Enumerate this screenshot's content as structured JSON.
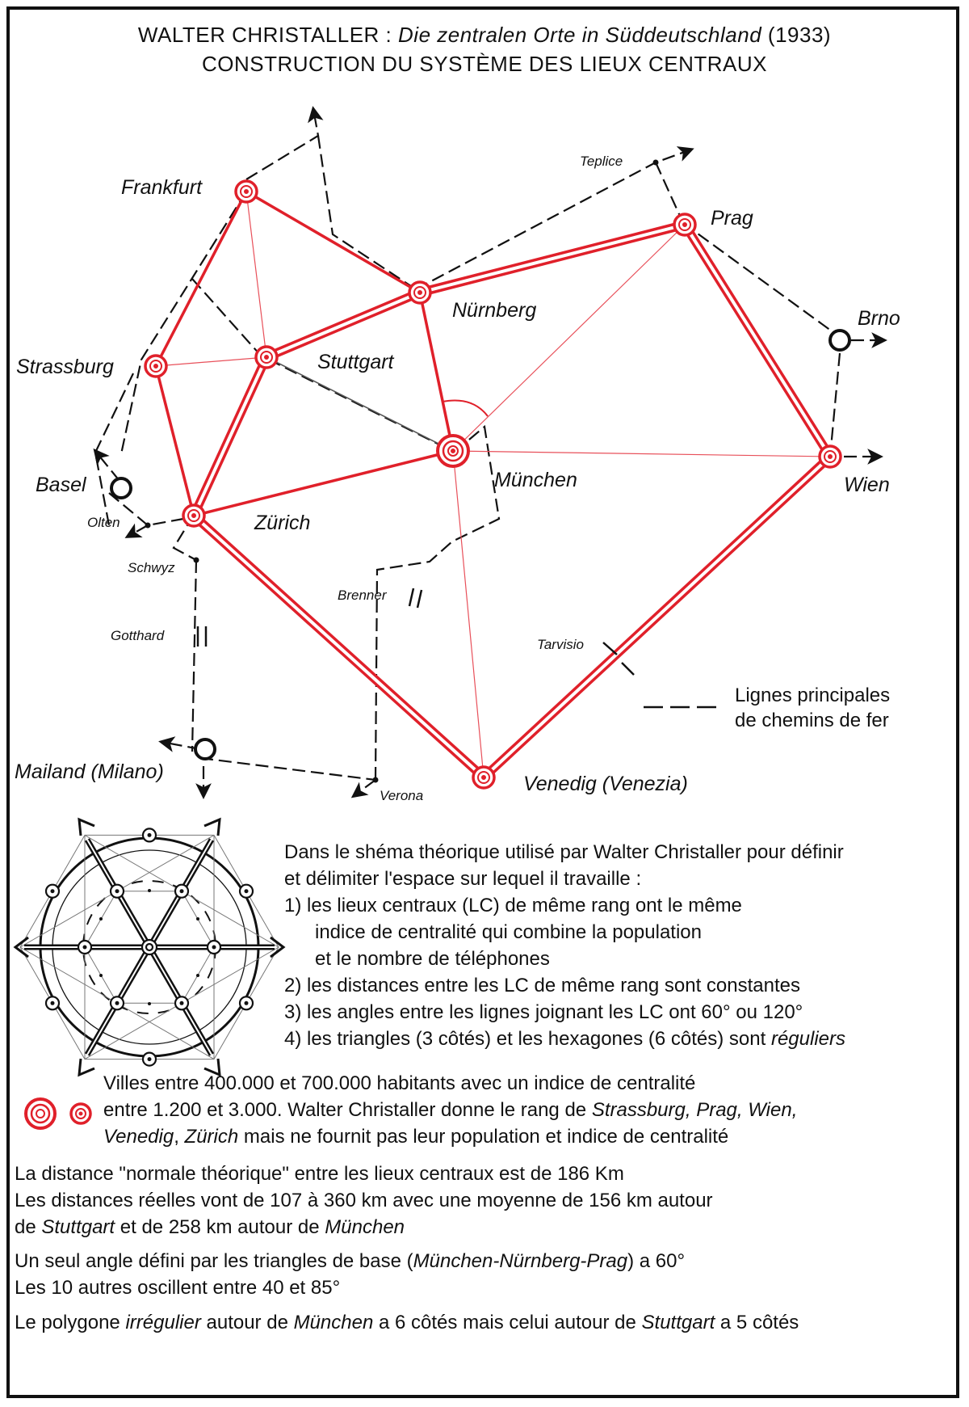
{
  "header": {
    "author": "WALTER CHRISTALLER :",
    "book": "Die zentralen Orte in Süddeutschland",
    "year": "(1933)",
    "subtitle": "CONSTRUCTION DU SYSTÈME DES LIEUX CENTRAUX"
  },
  "colors": {
    "accent": "#e0202a",
    "ink": "#111111",
    "thin": "#e8505a"
  },
  "map": {
    "cities": {
      "frankfurt": "Frankfurt",
      "prag": "Prag",
      "nurnberg": "Nürnberg",
      "strassburg": "Strassburg",
      "stuttgart": "Stuttgart",
      "munchen": "München",
      "basel": "Basel",
      "zurich": "Zürich",
      "brno": "Brno",
      "wien": "Wien",
      "mailand": "Mailand (Milano)",
      "venedig": "Venedig (Venezia)"
    },
    "places": {
      "teplice": "Teplice",
      "olten": "Olten",
      "schwyz": "Schwyz",
      "brenner": "Brenner",
      "gotthard": "Gotthard",
      "tarvisio": "Tarvisio",
      "verona": "Verona"
    },
    "legend_rail": [
      "Lignes principales",
      "de chemins de fer"
    ]
  },
  "scheme_text": {
    "intro": [
      "Dans le shéma théorique utilisé par Walter Christaller pour définir",
      "et délimiter l'espace sur lequel il travaille :"
    ],
    "point1": [
      "1) les lieux centraux (LC) de même rang ont le même",
      "indice de centralité qui combine la population",
      "et le nombre de téléphones"
    ],
    "point2": "2) les distances entre les LC de même rang sont constantes",
    "point3": "3) les angles entre les lignes joignant les LC ont 60° ou 120°",
    "point4_a": "4) les triangles (3 côtés) et les hexagones (6 côtés) sont",
    "point4_b": "réguliers"
  },
  "cities_legend": {
    "line1": "Villes entre 400.000 et 700.000 habitants avec un indice de centralité",
    "line2_a": "entre 1.200 et 3.000. Walter Christaller donne le rang de",
    "line2_b": "Strassburg, Prag, Wien,",
    "line3_a": "Venedig",
    "line3_b": ",",
    "line3_c": "Zürich",
    "line3_d": "mais ne fournit pas leur population et indice de centralité"
  },
  "notes": {
    "distance1": "La distance \"normale théorique\" entre les lieux centraux est de 186 Km",
    "distance2": "Les distances réelles vont de 107 à 360 km avec une moyenne de 156 km autour",
    "distance3_a": "de",
    "distance3_b": "Stuttgart",
    "distance3_c": "et de 258 km autour de",
    "distance3_d": "München",
    "angle1_a": "Un seul angle défini par les triangles de base (",
    "angle1_b": "München-Nürnberg-Prag",
    "angle1_c": ") a 60°",
    "angle2": "Les 10 autres oscillent entre 40 et 85°",
    "poly_a": "Le polygone",
    "poly_b": "irrégulier",
    "poly_c": "autour de",
    "poly_d": "München",
    "poly_e": "a 6 côtés mais celui autour de",
    "poly_f": "Stuttgart",
    "poly_g": "a 5 côtés"
  }
}
